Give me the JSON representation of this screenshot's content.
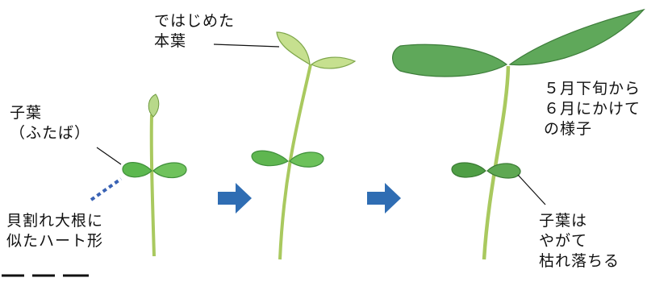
{
  "labels": {
    "new_leaf": "ではじめた\n本葉",
    "cotyledon": "子葉\n（ふたば）",
    "heart_shape": "貝割れ大根に\n似たハート形",
    "late_may": "５月下旬から\n６月にかけて\nの様子",
    "fall_off": "子葉は\nやがて\n枯れ落ちる"
  },
  "colors": {
    "stem": "#a9c95f",
    "leaf": "#6fbf59",
    "leaf_dark": "#3f8f3a",
    "true_leaf": "#b8d98a",
    "big_leaf": "#5fa85a",
    "arrow": "#2f6db3",
    "dotted": "#3a63b5"
  }
}
